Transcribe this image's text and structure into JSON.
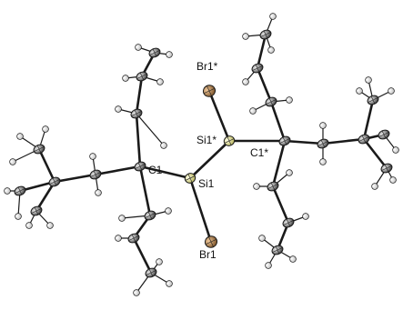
{
  "figure": {
    "atom_labels": {
      "br1_star": "Br1*",
      "si1_star": "Si1*",
      "c1_star": "C1*",
      "c1": "C1",
      "si1": "Si1",
      "br1": "Br1"
    }
  },
  "colors": {
    "carbon": "#8c8c8c",
    "hydrogen": "#f2f2f2",
    "silicon": "#e8e69a",
    "bromine": "#b5844e",
    "bond": "#1a1a1a"
  },
  "icons": {
    "atom": "ellipsoid-icon"
  }
}
